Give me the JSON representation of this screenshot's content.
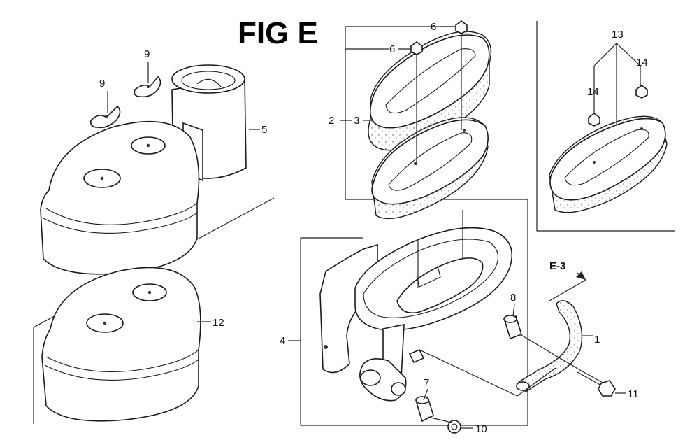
{
  "figure": {
    "title": "FIG E",
    "reference": "E-3"
  },
  "callouts": [
    {
      "id": "c1",
      "label": "1"
    },
    {
      "id": "c2",
      "label": "2"
    },
    {
      "id": "c3",
      "label": "3"
    },
    {
      "id": "c4",
      "label": "4"
    },
    {
      "id": "c5",
      "label": "5"
    },
    {
      "id": "c6a",
      "label": "6"
    },
    {
      "id": "c6b",
      "label": "6"
    },
    {
      "id": "c7",
      "label": "7"
    },
    {
      "id": "c8",
      "label": "8"
    },
    {
      "id": "c9a",
      "label": "9"
    },
    {
      "id": "c9b",
      "label": "9"
    },
    {
      "id": "c10",
      "label": "10"
    },
    {
      "id": "c11",
      "label": "11"
    },
    {
      "id": "c12",
      "label": "12"
    },
    {
      "id": "c13",
      "label": "13"
    },
    {
      "id": "c14a",
      "label": "14"
    },
    {
      "id": "c14b",
      "label": "14"
    }
  ]
}
